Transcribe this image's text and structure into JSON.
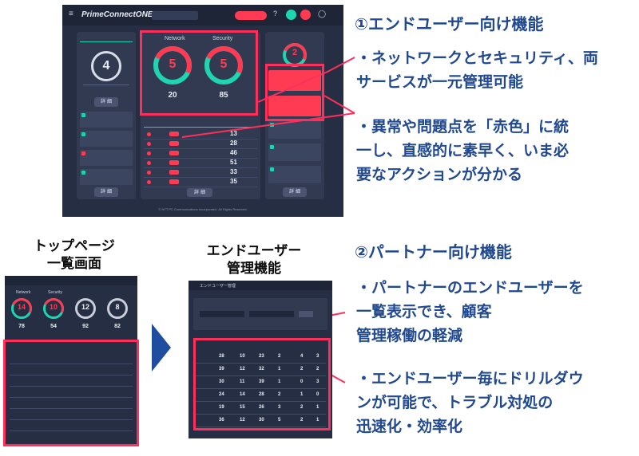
{
  "sections": {
    "enduser": {
      "heading": "①エンドユーザー向け機能",
      "bullet1": "・ネットワークとセキュリティ、両\nサービスが一元管理可能",
      "bullet2": "・異常や問題点を「赤色」に統\n一し、直感的に素早く、いま必\n要なアクションが分かる"
    },
    "partner": {
      "heading": "②パートナー向け機能",
      "bullet1": "・パートナーのエンドユーザーを\n一覧表示でき、顧客\n管理稼働の軽減",
      "bullet2": "・エンドユーザー毎にドリルダウ\nンが可能で、トラブル対処の\n迅速化・効率化"
    }
  },
  "captions": {
    "top_list": "トップページ\n一覧画面",
    "enduser_mgmt": "エンドユーザー\n管理機能"
  },
  "dashboard": {
    "logo": "PrimeConnectONE",
    "network_label": "Network",
    "security_label": "Security",
    "network_count": "5",
    "security_count": "5",
    "network_total": "20",
    "security_total": "85",
    "detail_button": "詳 細",
    "left_card_count": "4",
    "right_card_count": "2",
    "table_values": [
      "13",
      "28",
      "46",
      "51",
      "33",
      "35"
    ],
    "footer": "© NTT PC Communications Incorporated, All Rights Reserved."
  },
  "thumb_top": {
    "network_label": "Network",
    "security_label": "Security",
    "gauge_values": [
      "14",
      "10",
      "12",
      "8"
    ],
    "totals": [
      "78",
      "54",
      "92",
      "82"
    ]
  },
  "thumb_mgmt": {
    "title": "エンドユーザー管理",
    "rows": [
      [
        "28",
        "10",
        "23",
        "2",
        "4",
        "3"
      ],
      [
        "39",
        "12",
        "32",
        "1",
        "2",
        "2"
      ],
      [
        "30",
        "11",
        "39",
        "1",
        "0",
        "3"
      ],
      [
        "24",
        "14",
        "28",
        "2",
        "1",
        "0"
      ],
      [
        "19",
        "15",
        "26",
        "3",
        "2",
        "1"
      ],
      [
        "36",
        "12",
        "30",
        "5",
        "2",
        "1"
      ]
    ]
  },
  "colors": {
    "accent_red": "#ff2f5b",
    "teal": "#1fd4b1",
    "heading_blue": "#21498f",
    "dark_bg": "#262e43"
  }
}
